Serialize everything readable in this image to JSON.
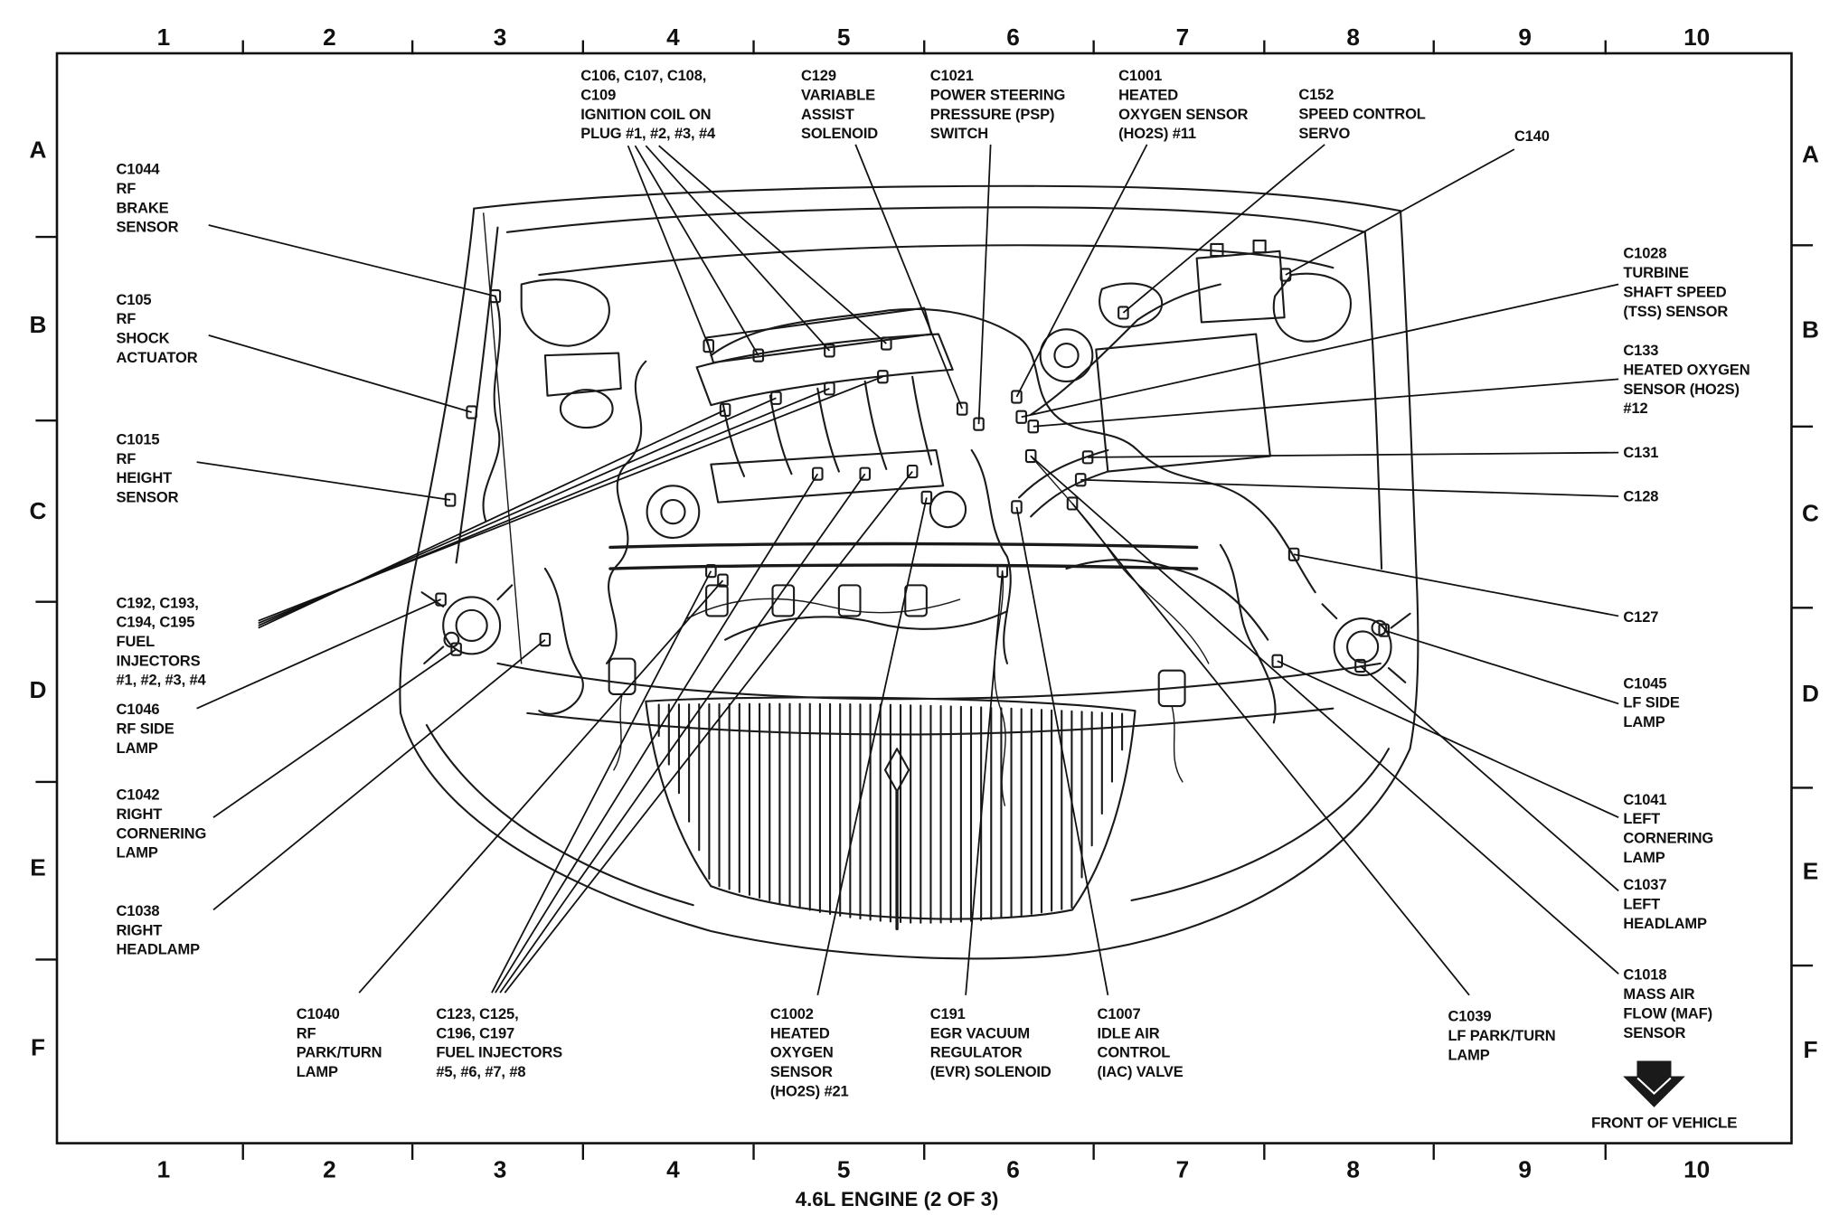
{
  "grid": {
    "columns_top": [
      "1",
      "2",
      "3",
      "4",
      "5",
      "6",
      "7",
      "8",
      "9",
      "10"
    ],
    "columns_bottom": [
      "1",
      "2",
      "3",
      "4",
      "5",
      "6",
      "7",
      "8",
      "9",
      "10"
    ],
    "rows_left": [
      "A",
      "B",
      "C",
      "D",
      "E",
      "F"
    ],
    "rows_right": [
      "A",
      "B",
      "C",
      "D",
      "E",
      "F"
    ]
  },
  "callouts": [
    {
      "lines": [
        "C106, C107, C108,",
        "C109",
        "IGNITION COIL ON",
        "PLUG #1, #2, #3, #4"
      ]
    },
    {
      "lines": [
        "C129",
        "VARIABLE",
        "ASSIST",
        "SOLENOID"
      ]
    },
    {
      "lines": [
        "C1021",
        "POWER STEERING",
        "PRESSURE (PSP)",
        "SWITCH"
      ]
    },
    {
      "lines": [
        "C1001",
        "HEATED",
        "OXYGEN SENSOR",
        "(HO2S) #11"
      ]
    },
    {
      "lines": [
        "C152",
        "SPEED CONTROL",
        "SERVO"
      ]
    },
    {
      "lines": [
        "C140"
      ]
    },
    {
      "lines": [
        "C1044",
        "RF",
        "BRAKE",
        "SENSOR"
      ]
    },
    {
      "lines": [
        "C105",
        "RF",
        "SHOCK",
        "ACTUATOR"
      ]
    },
    {
      "lines": [
        "C1015",
        "RF",
        "HEIGHT",
        "SENSOR"
      ]
    },
    {
      "lines": [
        "C192, C193,",
        "C194, C195",
        "FUEL",
        "INJECTORS",
        "#1, #2, #3, #4"
      ]
    },
    {
      "lines": [
        "C1046",
        "RF SIDE",
        "LAMP"
      ]
    },
    {
      "lines": [
        "C1042",
        "RIGHT",
        "CORNERING",
        "LAMP"
      ]
    },
    {
      "lines": [
        "C1038",
        "RIGHT",
        "HEADLAMP"
      ]
    },
    {
      "lines": [
        "C1040",
        "RF",
        "PARK/TURN",
        "LAMP"
      ]
    },
    {
      "lines": [
        "C123, C125,",
        "C196, C197",
        "FUEL INJECTORS",
        "#5, #6, #7, #8"
      ]
    },
    {
      "lines": [
        "C1002",
        "HEATED",
        "OXYGEN",
        "SENSOR",
        "(HO2S) #21"
      ]
    },
    {
      "lines": [
        "C191",
        "EGR VACUUM",
        "REGULATOR",
        "(EVR) SOLENOID"
      ]
    },
    {
      "lines": [
        "C1007",
        "IDLE AIR",
        "CONTROL",
        "(IAC) VALVE"
      ]
    },
    {
      "lines": [
        "C1039",
        "LF PARK/TURN",
        "LAMP"
      ]
    },
    {
      "lines": [
        "C1018",
        "MASS AIR",
        "FLOW (MAF)",
        "SENSOR"
      ]
    },
    {
      "lines": [
        "C1028",
        "TURBINE",
        "SHAFT SPEED",
        "(TSS) SENSOR"
      ]
    },
    {
      "lines": [
        "C133",
        "HEATED OXYGEN",
        "SENSOR (HO2S)",
        "#12"
      ]
    },
    {
      "lines": [
        "C131"
      ]
    },
    {
      "lines": [
        "C128"
      ]
    },
    {
      "lines": [
        "C127"
      ]
    },
    {
      "lines": [
        "C1045",
        "LF SIDE",
        "LAMP"
      ]
    },
    {
      "lines": [
        "C1041",
        "LEFT",
        "CORNERING",
        "LAMP"
      ]
    },
    {
      "lines": [
        "C1037",
        "LEFT",
        "HEADLAMP"
      ]
    }
  ],
  "front_label": "FRONT OF VEHICLE",
  "caption": "4.6L ENGINE (2 OF 3)"
}
